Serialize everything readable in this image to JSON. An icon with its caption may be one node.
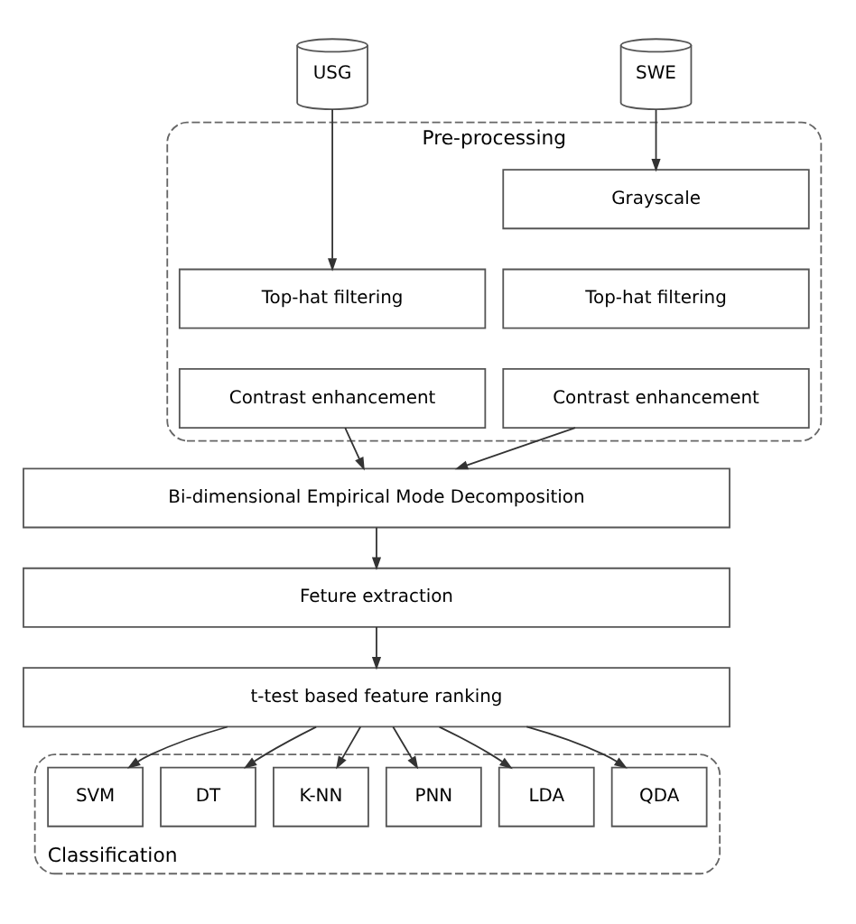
{
  "diagram": {
    "nodes": [
      {
        "text": [
          "USG"
        ]
      },
      {
        "text": [
          "SWE"
        ]
      },
      {
        "text": [
          "Pre-processing"
        ]
      },
      {
        "text": [
          "Top-hat filtering"
        ],
        "in": 2
      },
      {
        "text": [
          "Contrast enhancement"
        ],
        "in": 2
      },
      {
        "text": [
          "Grayscale"
        ],
        "in": 2
      },
      {
        "text": [
          "Top-hat filtering"
        ],
        "in": 2
      },
      {
        "text": [
          "Contrast enhancement"
        ],
        "in": 2
      },
      {
        "text": [
          "Bi-dimensional Empirical Mode Decomposition"
        ]
      },
      {
        "text": [
          "Feture extraction"
        ]
      },
      {
        "text": [
          "t-test based feature ranking"
        ]
      },
      {
        "text": [
          "Classification"
        ]
      },
      {
        "text": [
          "SVM"
        ],
        "in": 11
      },
      {
        "text": [
          "DT"
        ],
        "in": 11
      },
      {
        "text": [
          "K-NN"
        ],
        "in": 11
      },
      {
        "text": [
          "PNN"
        ],
        "in": 11
      },
      {
        "text": [
          "LDA"
        ],
        "in": 11
      },
      {
        "text": [
          "QDA"
        ],
        "in": 11
      }
    ],
    "edges": [
      {
        "from": 0,
        "to": 3,
        "arrow": "to"
      },
      {
        "from": 1,
        "to": 5,
        "arrow": "to"
      },
      {
        "from": 4,
        "to": 8,
        "arrow": "to"
      },
      {
        "from": 7,
        "to": 8,
        "arrow": "to"
      },
      {
        "from": 8,
        "to": 9,
        "arrow": "to"
      },
      {
        "from": 9,
        "to": 10,
        "arrow": "to"
      },
      {
        "from": 10,
        "to": 12,
        "arrow": "to"
      },
      {
        "from": 10,
        "to": 13,
        "arrow": "to"
      },
      {
        "from": 10,
        "to": 14,
        "arrow": "to"
      },
      {
        "from": 10,
        "to": 15,
        "arrow": "to"
      },
      {
        "from": 10,
        "to": 16,
        "arrow": "to"
      },
      {
        "from": 10,
        "to": 17,
        "arrow": "to"
      }
    ]
  }
}
